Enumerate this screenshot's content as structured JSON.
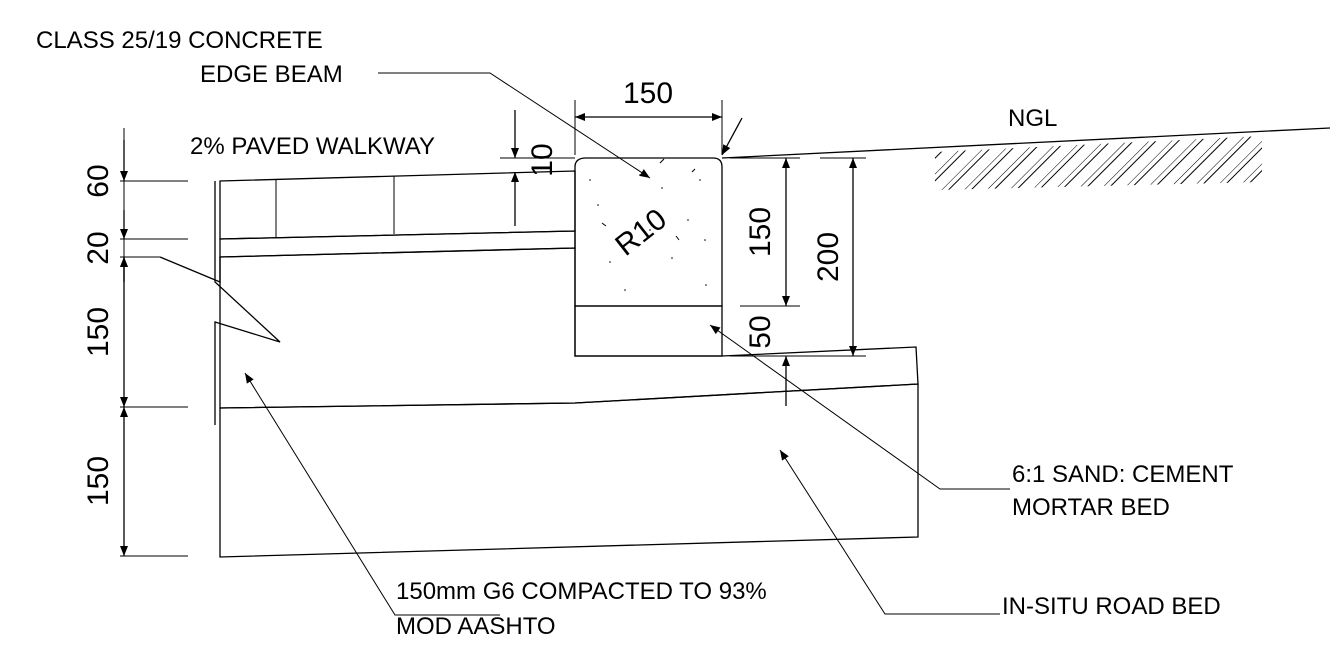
{
  "labels": {
    "concrete_line1": "CLASS 25/19 CONCRETE",
    "concrete_line2": "EDGE BEAM",
    "walkway": "2% PAVED WALKWAY",
    "ngl": "NGL",
    "mortar_line1": "6:1 SAND: CEMENT",
    "mortar_line2": "MORTAR BED",
    "g6_line1": "150mm G6 COMPACTED TO 93%",
    "g6_line2": "MOD AASHTO",
    "roadbed": "IN-SITU ROAD BED",
    "radius": "R10"
  },
  "dimensions": {
    "beam_width": "150",
    "paver_offset": "10",
    "beam_height": "150",
    "mortar_depth": "50",
    "total_depth": "200",
    "left_60": "60",
    "left_20": "20",
    "left_150_upper": "150",
    "left_150_lower": "150"
  }
}
